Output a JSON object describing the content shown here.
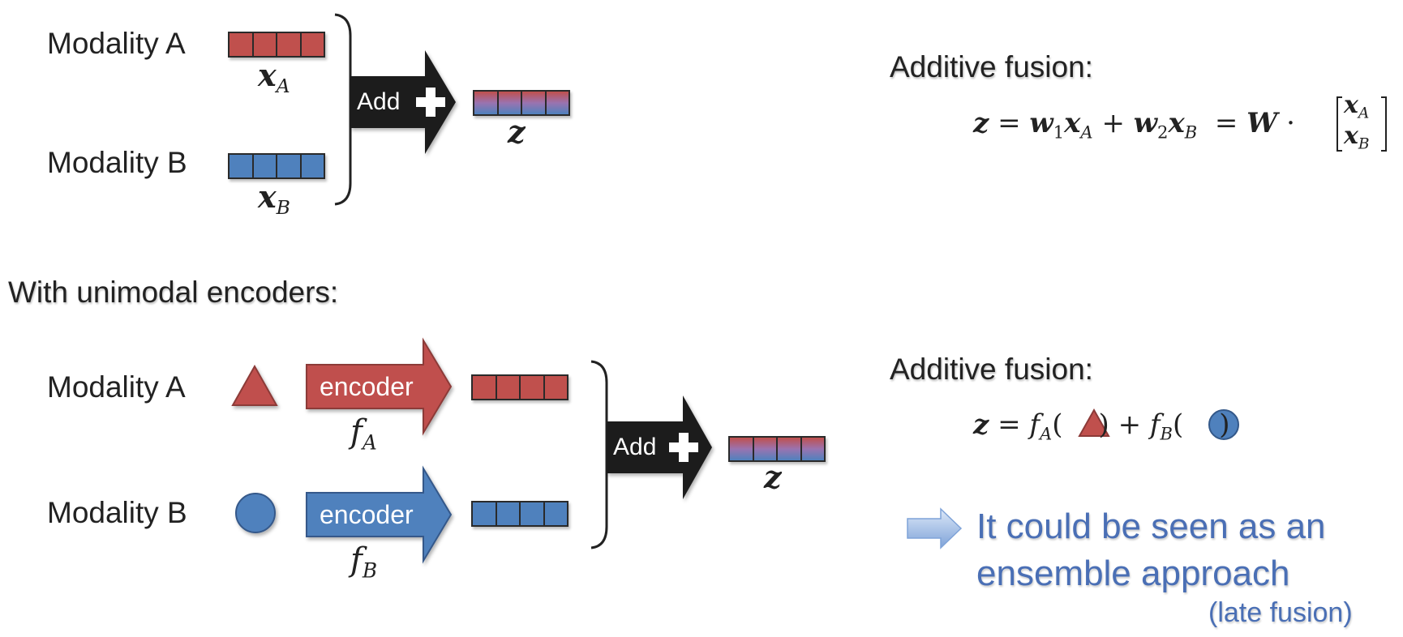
{
  "top": {
    "modality_a": "Modality A",
    "modality_b": "Modality B",
    "x_a_sym": "x",
    "x_a_sub": "A",
    "x_b_sym": "x",
    "x_b_sub": "B",
    "add_label": "Add",
    "z_label": "z",
    "colors": {
      "red": "#c0504d",
      "blue": "#4f81bd",
      "arrow": "#1e1e1e"
    }
  },
  "equation1": {
    "title": "Additive fusion:",
    "formula": "z = w₁x_A + w₂x_B = W · [x_A; x_B]"
  },
  "section2": {
    "title": "With unimodal encoders:"
  },
  "bottom": {
    "modality_a": "Modality A",
    "modality_b": "Modality B",
    "encoder_a": "encoder",
    "encoder_b": "encoder",
    "f_a_sym": "f",
    "f_a_sub": "A",
    "f_b_sym": "f",
    "f_b_sub": "B",
    "add_label": "Add",
    "z_label": "z",
    "icons": [
      "triangle-icon",
      "circle-icon"
    ]
  },
  "equation2": {
    "title": "Additive fusion:",
    "formula": "z = f_A(▲) + f_B(●)"
  },
  "conclusion": {
    "line1": "It could be seen as an",
    "line2": "ensemble approach",
    "line3": "(late fusion)",
    "color": "#4a6fb5"
  }
}
